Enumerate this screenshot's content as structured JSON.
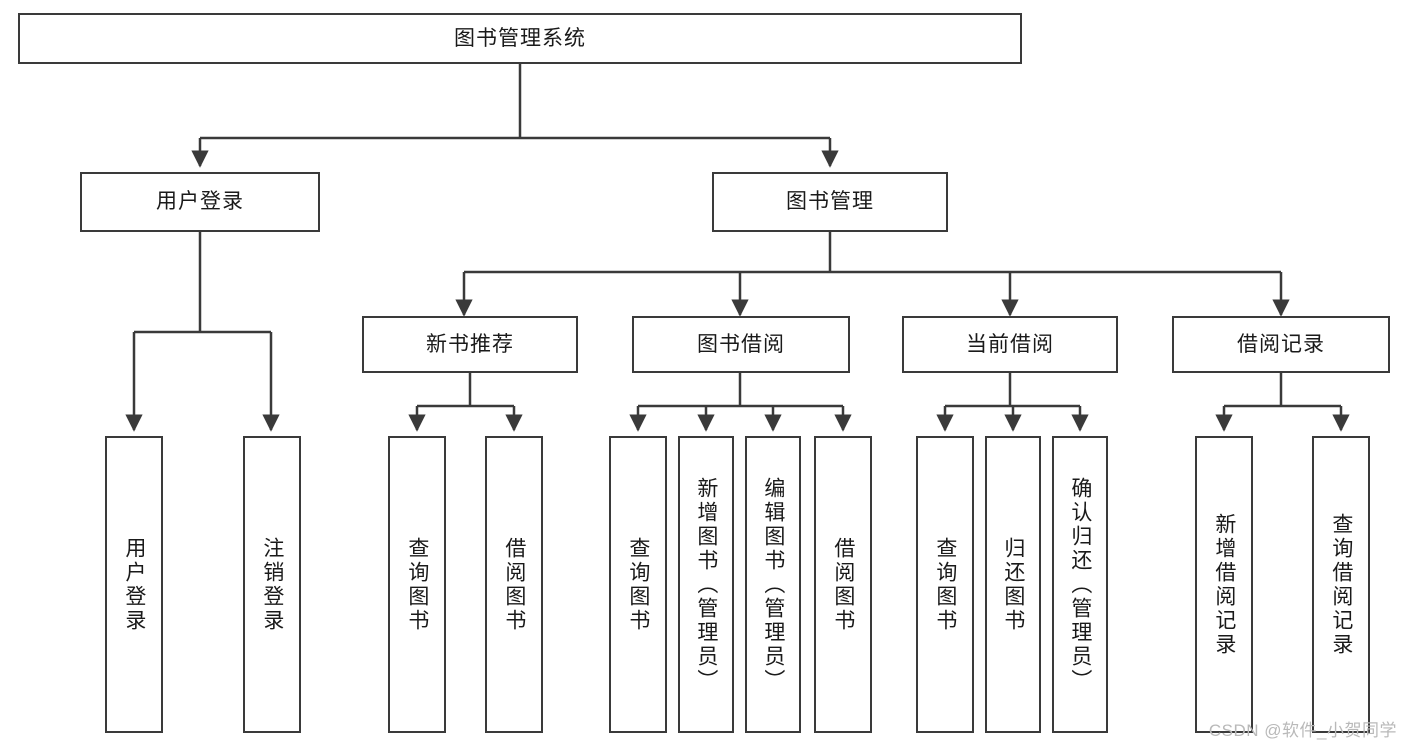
{
  "diagram": {
    "title": "图书管理系统",
    "watermark": "CSDN @软件_小贺同学",
    "line_color": "#3a3a3a",
    "box_fill": "#ffffff",
    "text_color": "#1a1a1a",
    "watermark_color": "#b9b9b9",
    "root": {
      "label": "图书管理系统"
    },
    "level2": [
      {
        "label": "用户登录"
      },
      {
        "label": "图书管理"
      }
    ],
    "level3": [
      {
        "label": "新书推荐"
      },
      {
        "label": "图书借阅"
      },
      {
        "label": "当前借阅"
      },
      {
        "label": "借阅记录"
      }
    ],
    "leaves": {
      "user_login": [
        {
          "label": "用户登录"
        },
        {
          "label": "注销登录"
        }
      ],
      "new_book_recommend": [
        {
          "label": "查询图书"
        },
        {
          "label": "借阅图书"
        }
      ],
      "book_borrow": [
        {
          "label": "查询图书"
        },
        {
          "label": "新增图书（管理员）"
        },
        {
          "label": "编辑图书（管理员）"
        },
        {
          "label": "借阅图书"
        }
      ],
      "current_borrow": [
        {
          "label": "查询图书"
        },
        {
          "label": "归还图书"
        },
        {
          "label": "确认归还（管理员）"
        }
      ],
      "borrow_record": [
        {
          "label": "新增借阅记录"
        },
        {
          "label": "查询借阅记录"
        }
      ]
    }
  }
}
